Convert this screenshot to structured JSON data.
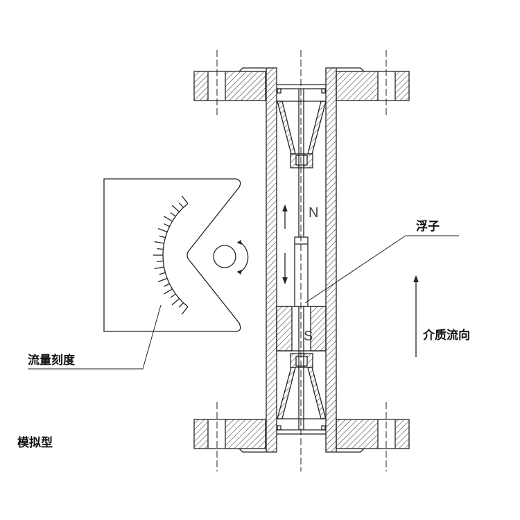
{
  "labels": {
    "float": "浮子",
    "flow_direction": "介质流向",
    "flow_scale": "流量刻度",
    "model_type": "模拟型",
    "north_pole": "N",
    "south_pole": "S"
  },
  "colors": {
    "line": "#222222",
    "background": "#ffffff"
  }
}
